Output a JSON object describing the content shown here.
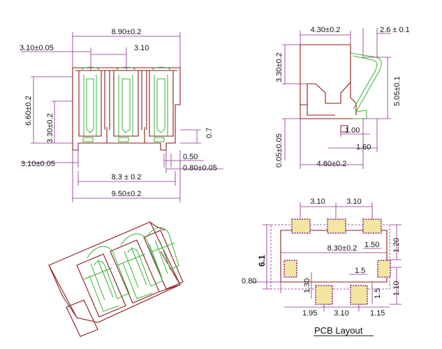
{
  "title": "PCB Layout",
  "colors": {
    "outline": "#8b1a1a",
    "dimension": "#8a2b8a",
    "contact": "#35b335",
    "pad": "#f2e6a0"
  },
  "front_view": {
    "dims": [
      "8.90±0.2",
      "3.10±0.05",
      "3.10",
      "6.60±0.2",
      "3.30±0.2",
      "0.7",
      "3.10±0.05",
      "0.50",
      "0.80±0.05",
      "8.3 ± 0.2",
      "9.50±0.2"
    ]
  },
  "side_view": {
    "dims": [
      "4.30±0.2",
      "2.6 ± 0.1",
      "3.30±0.2",
      "5.05±0.1",
      "1.00",
      "0.05±0.05",
      "1.60",
      "4.80±0.2"
    ]
  },
  "pcb_layout": {
    "dims": [
      "3.10",
      "3.10",
      "1.20",
      "8.30±0.2",
      "1.50",
      "6.1",
      "1.5",
      "0.80",
      "1.30",
      "1.5",
      "1.10",
      "1.95",
      "3.10",
      "1.15"
    ]
  }
}
